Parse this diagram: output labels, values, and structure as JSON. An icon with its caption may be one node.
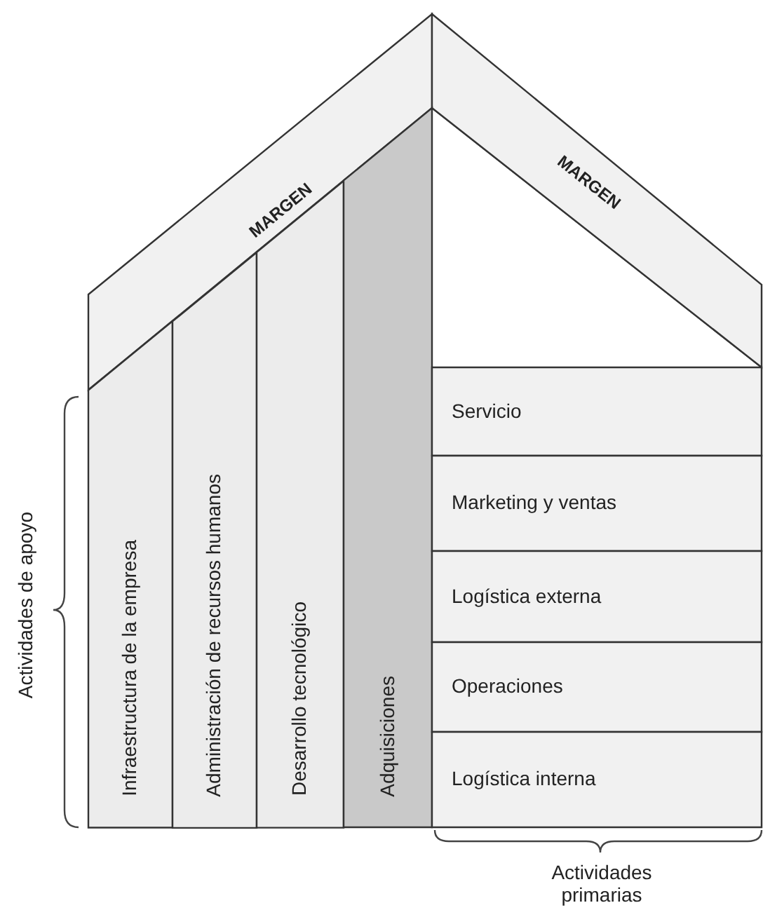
{
  "diagram": {
    "nodes": [
      {
        "text": [
          "MARGEN"
        ]
      },
      {
        "text": [
          "MARGEN"
        ]
      },
      {
        "text": [
          "Infraestructura de la empresa"
        ]
      },
      {
        "text": [
          "Administración de recursos humanos"
        ]
      },
      {
        "text": [
          "Desarrollo tecnológico"
        ]
      },
      {
        "text": [
          "Adquisiciones"
        ]
      },
      {
        "text": [
          "Servicio"
        ]
      },
      {
        "text": [
          "Marketing y ventas"
        ]
      },
      {
        "text": [
          "Logística externa"
        ]
      },
      {
        "text": [
          "Operaciones"
        ]
      },
      {
        "text": [
          "Logística interna"
        ]
      }
    ],
    "labels": [
      "Actividades de apoyo",
      "Actividades primarias"
    ]
  }
}
